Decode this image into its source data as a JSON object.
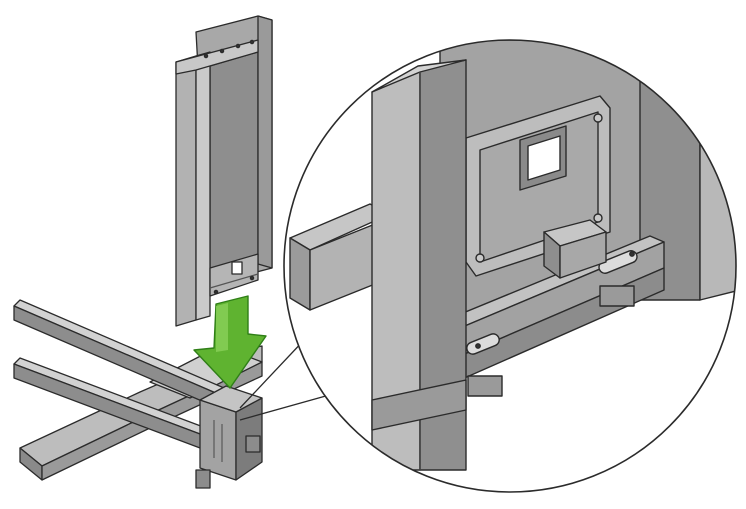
{
  "figure": {
    "kind": "assembly-instruction-illustration",
    "colors": {
      "background": "#ffffff",
      "metal_light": "#c9c9c9",
      "metal_mid": "#a6a6a6",
      "metal_dark": "#7c7c7c",
      "metal_shadow": "#5e5e5e",
      "outline": "#2b2b2b",
      "arrow_fill": "#5fb330",
      "arrow_highlight": "#8ad15a",
      "arrow_outline": "#2f7f17"
    },
    "parts": [
      {
        "name": "leg-upright",
        "icon": "vertical-leg-panel"
      },
      {
        "name": "base-foot-assembly",
        "icon": "horizontal-foot-bars"
      },
      {
        "name": "down-arrow",
        "icon": "insert-direction-arrow"
      },
      {
        "name": "detail-magnifier",
        "icon": "zoom-detail-circle"
      }
    ]
  }
}
